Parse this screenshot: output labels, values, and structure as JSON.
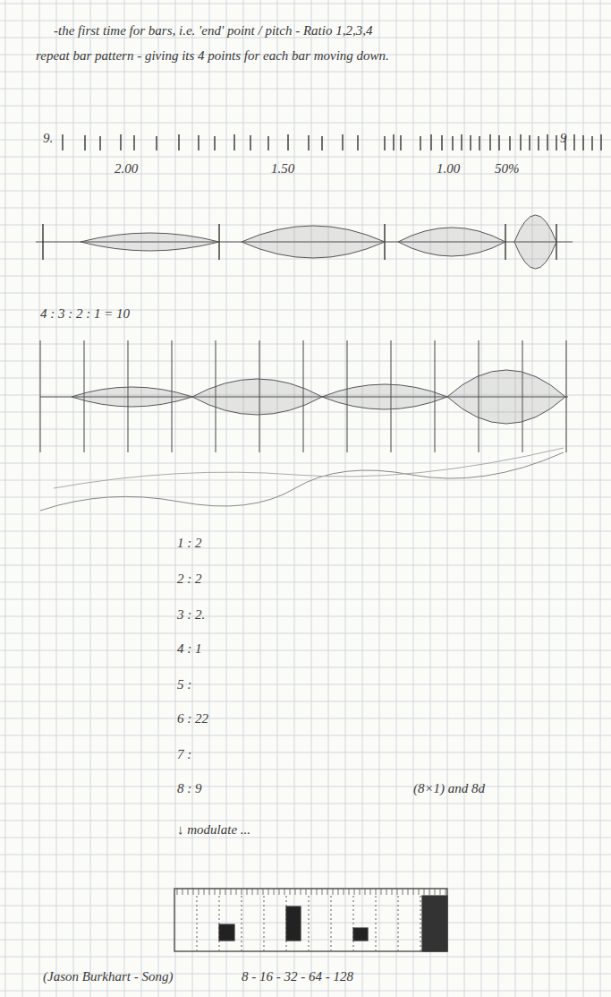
{
  "diagram": {
    "labels": [
      "-the first time for bars, i.e. 'end' point / pitch - Ratio 1,2,3,4",
      "repeat bar pattern - giving its 4 points for each bar moving down.",
      "9.",
      "2.00",
      "1.50",
      "1.00",
      "50%",
      "9",
      "4 : 3 : 2 : 1 = 10",
      "1 : 2",
      "2 : 2",
      "3 : 2.",
      "4 : 1",
      "5 :",
      "6 : 22",
      "7 :",
      "8 : 9",
      "(8×1) and 8d",
      "↓ modulate ...",
      "(Jason Burkhart - Song)",
      "8 - 16 - 32 - 64 - 128"
    ]
  }
}
